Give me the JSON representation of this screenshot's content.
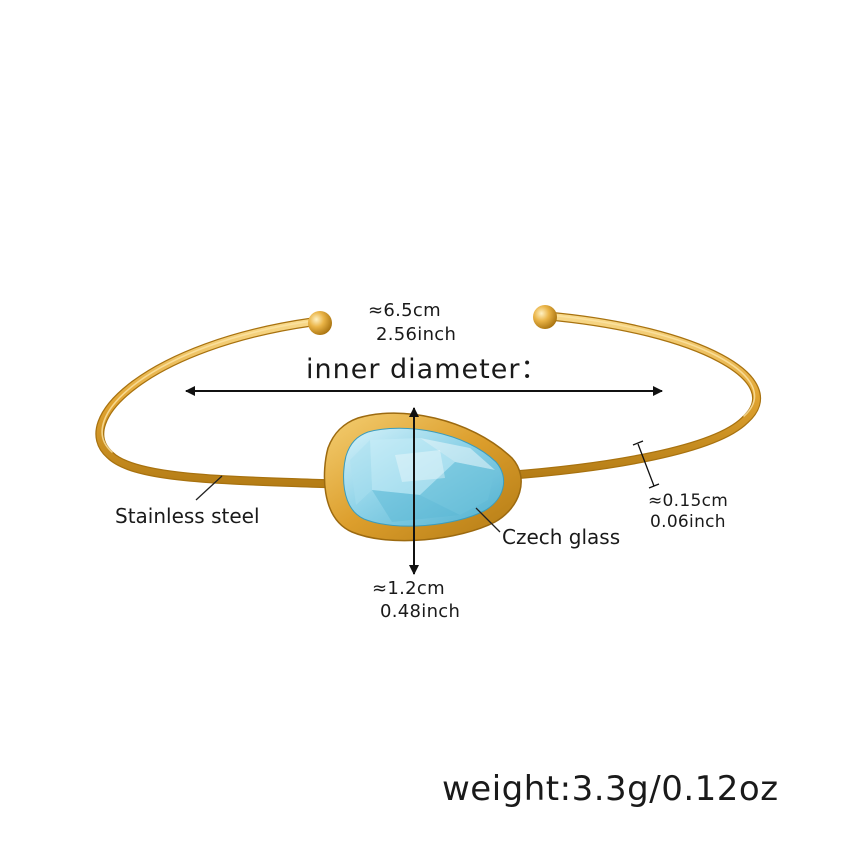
{
  "labels": {
    "diameter_cm": "≈6.5cm",
    "diameter_inch": "2.56inch",
    "diameter_title": "inner diameter：",
    "material_band": "Stainless steel",
    "material_stone": "Czech glass",
    "thickness_cm": "≈0.15cm",
    "thickness_inch": "0.06inch",
    "stone_height_cm": "≈1.2cm",
    "stone_height_inch": "0.48inch",
    "weight": "weight:3.3g/0.12oz"
  },
  "colors": {
    "gold": "#e1a431",
    "gold_light": "#f6d27a",
    "gold_dark": "#b57d16",
    "stone": "#8fd3e8",
    "stone_light": "#d6f2fa",
    "stone_dark": "#4fb0cf",
    "text": "#1a1a1a"
  }
}
